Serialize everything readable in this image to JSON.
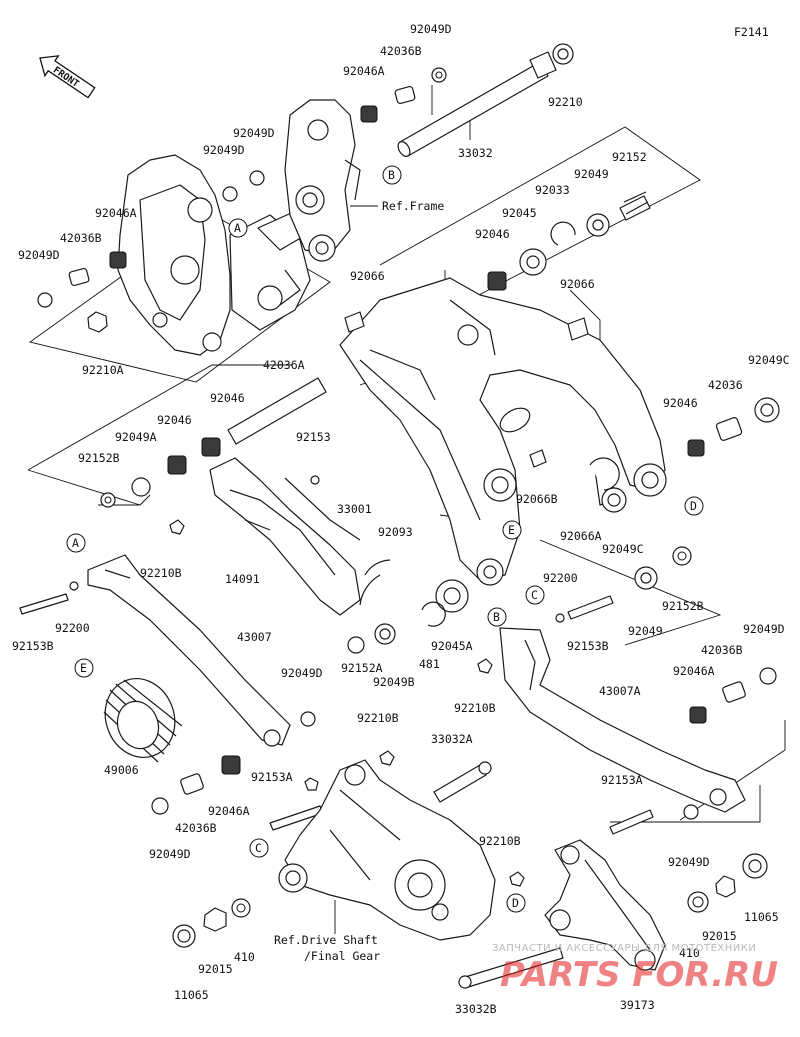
{
  "figure_code": "F2141",
  "front_label": "FRONT",
  "ref_notes": {
    "frame": "Ref.Frame",
    "drive_shaft_line1": "Ref.Drive Shaft",
    "drive_shaft_line2": "/Final Gear"
  },
  "callouts": [
    "A",
    "B",
    "C",
    "D",
    "E"
  ],
  "part_labels": [
    "92049D",
    "42036B",
    "92046A",
    "92210",
    "33032",
    "92049D",
    "92049D",
    "92046A",
    "42036B",
    "92049D",
    "92210A",
    "92152",
    "92049",
    "92033",
    "92045",
    "92046",
    "92066",
    "92066",
    "42036A",
    "92046",
    "92046",
    "92049A",
    "92152B",
    "92153",
    "92049C",
    "42036",
    "92046",
    "33001",
    "92066B",
    "92093",
    "92066A",
    "92049C",
    "92210B",
    "92200",
    "92153B",
    "14091",
    "92200",
    "92153B",
    "92049",
    "92152B",
    "43007",
    "92045A",
    "481",
    "92152A",
    "92049B",
    "92210B",
    "43007A",
    "92049D",
    "42036B",
    "92046A",
    "92049D",
    "92210B",
    "33032A",
    "49006",
    "92153A",
    "92046A",
    "42036B",
    "92049D",
    "92153A",
    "92210B",
    "92049D",
    "11065",
    "92015",
    "410",
    "92015",
    "11065",
    "410",
    "33032B",
    "39173"
  ],
  "watermark": {
    "line1": "ЗАПЧАСТИ И АКСЕССУАРЫ ДЛЯ МОТОТЕХНИКИ",
    "line2": "PARTS FOR.RU"
  }
}
